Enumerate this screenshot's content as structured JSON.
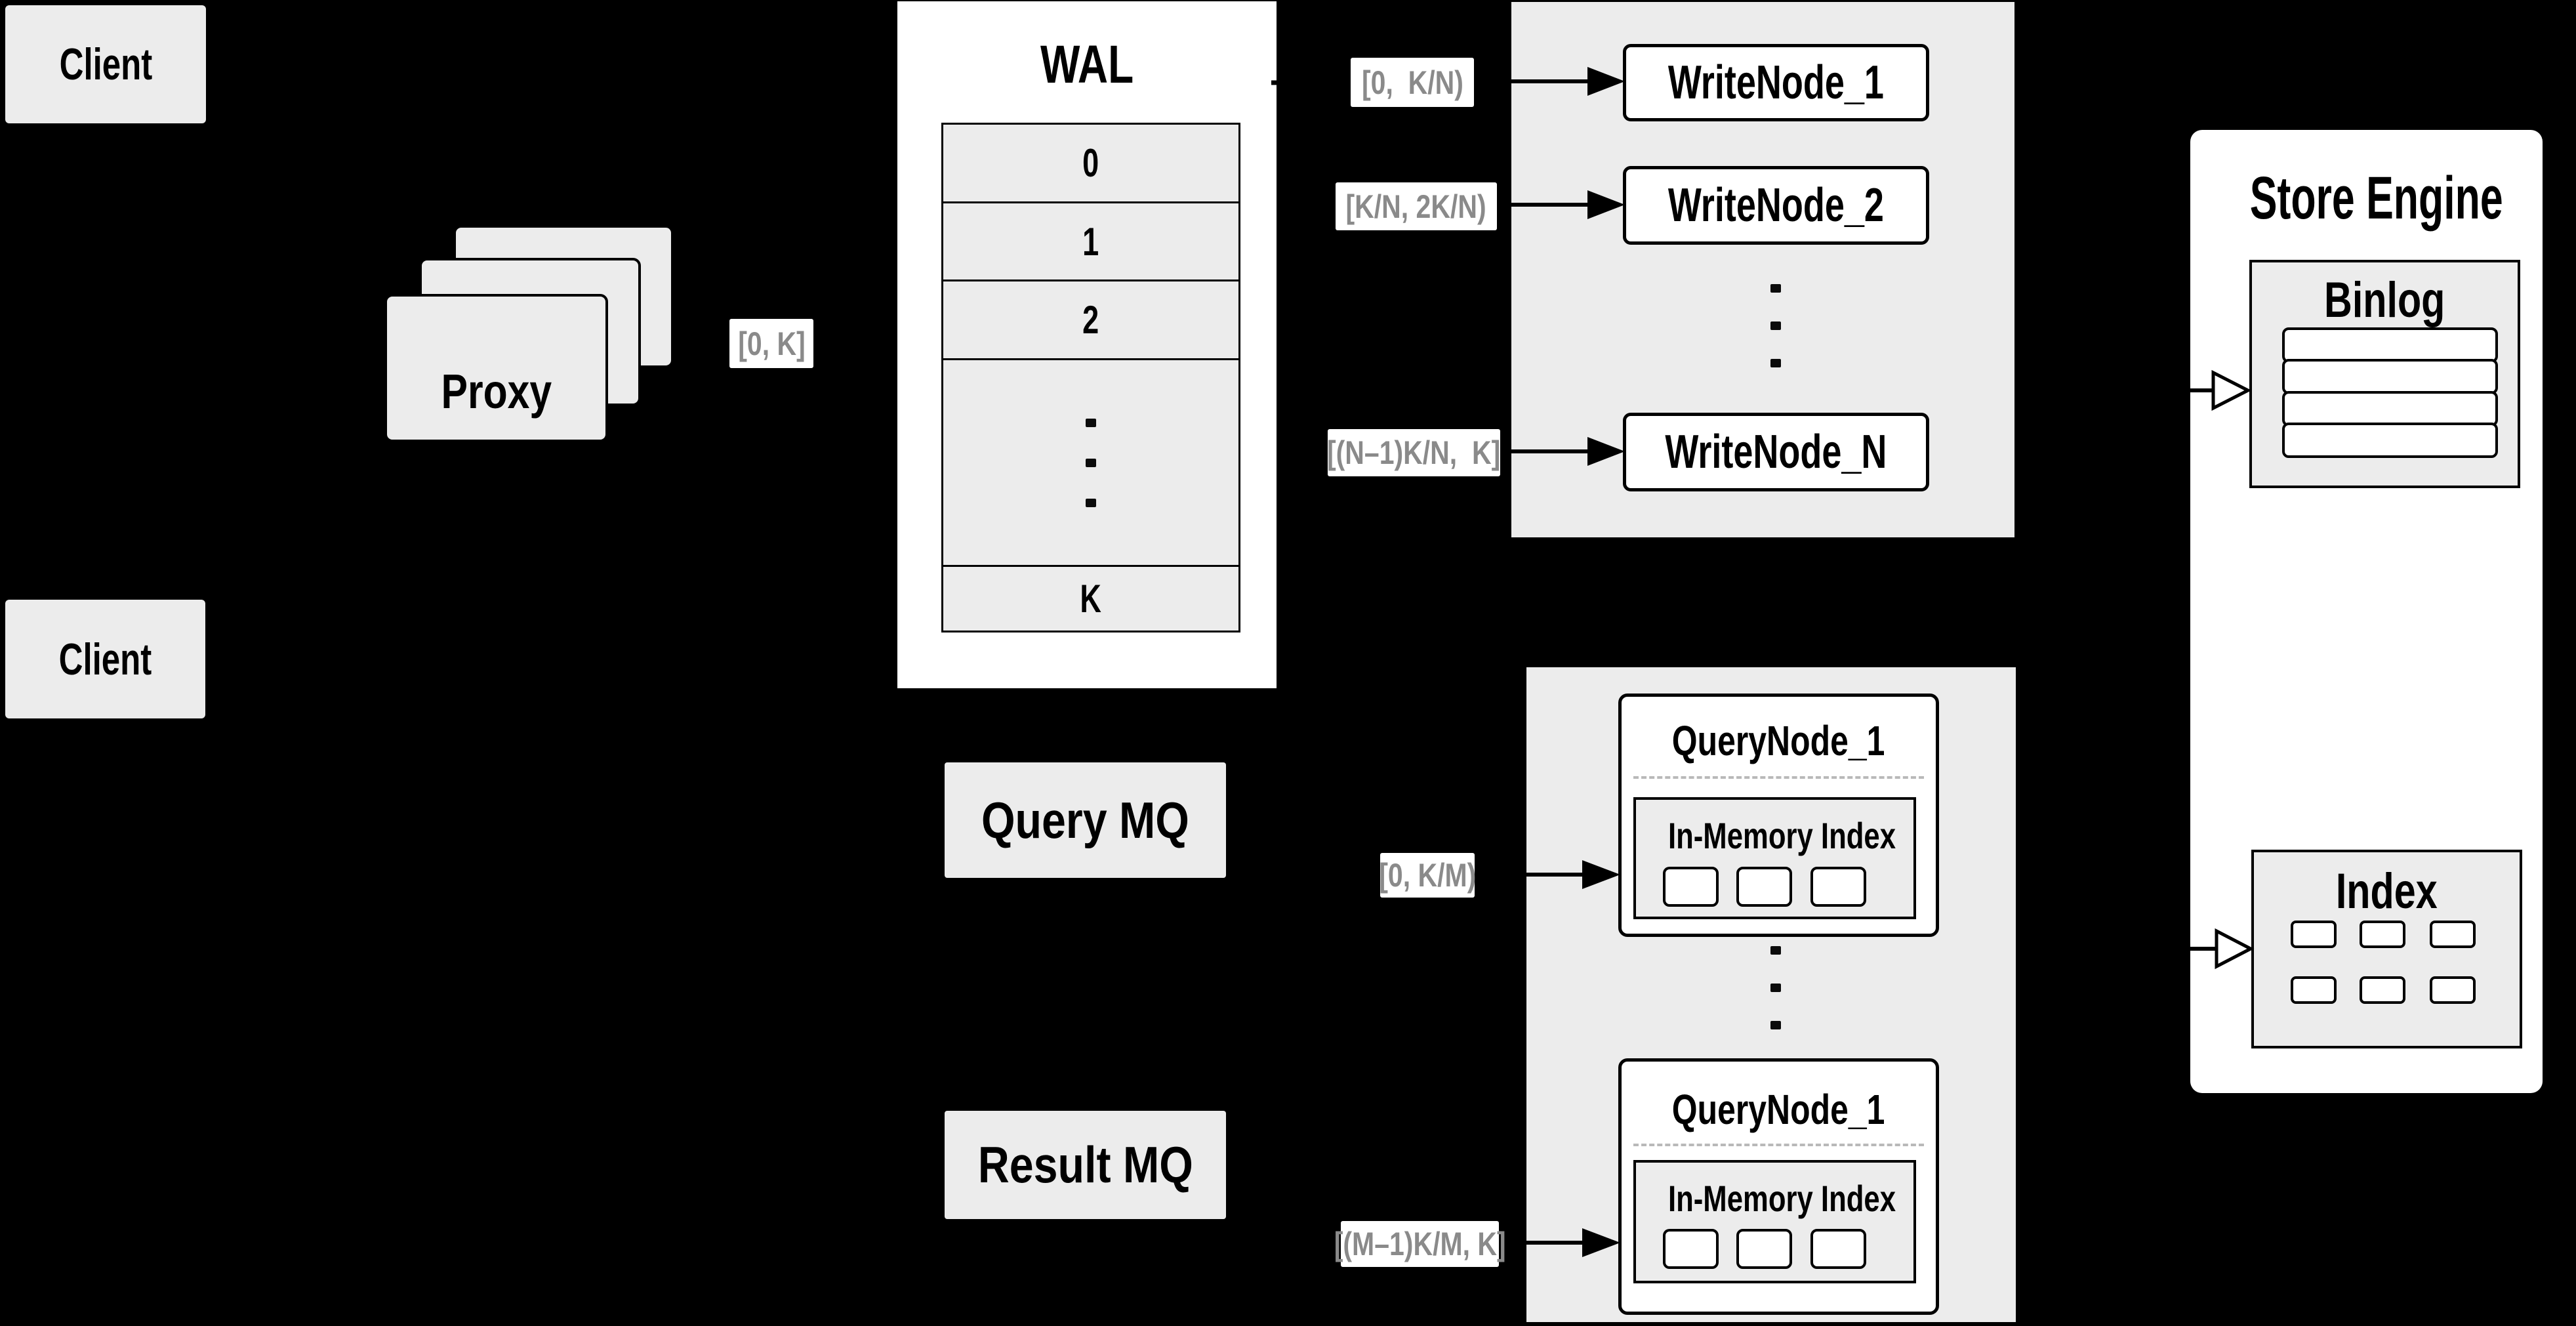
{
  "colors": {
    "background": "#000000",
    "box_fill": "#ECECEC",
    "node_fill": "#FFFFFF",
    "line": "#000000",
    "range_text": "#8A8A8A"
  },
  "client_top": {
    "label": "Client"
  },
  "client_bottom": {
    "label": "Client"
  },
  "proxy": {
    "label": "Proxy",
    "range": "[0, K]"
  },
  "wal": {
    "title": "WAL",
    "row0": "0",
    "row1": "1",
    "row2": "2",
    "rowK": "K"
  },
  "write": {
    "node1": "WriteNode_1",
    "node2": "WriteNode_2",
    "nodeN": "WriteNode_N",
    "range1": "[0,  K/N)",
    "range2": "[K/N, 2K/N)",
    "rangeN": "[(N–1)K/N,  K]"
  },
  "mq": {
    "query": "Query MQ",
    "result": "Result MQ"
  },
  "query": {
    "node1": "QueryNode_1",
    "node2": "QueryNode_1",
    "inner": "In-Memory Index",
    "range1": "[0, K/M)",
    "range2": "[(M–1)K/M, K]"
  },
  "store": {
    "title": "Store Engine",
    "binlog": "Binlog",
    "index": "Index"
  }
}
